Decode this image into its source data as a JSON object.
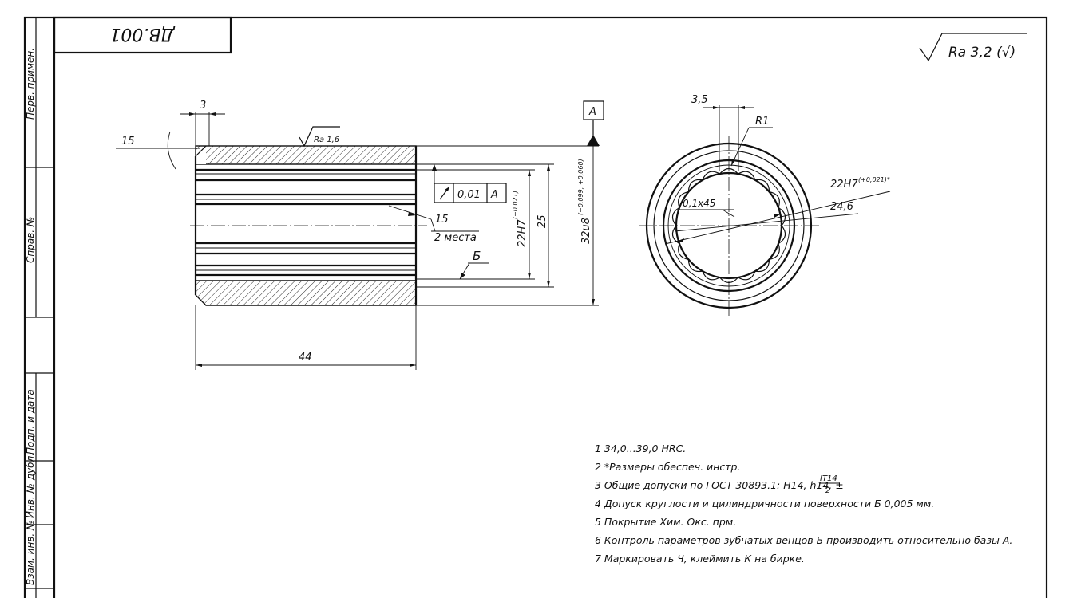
{
  "side_stamps": {
    "perv_primen": "Перв. примен.",
    "sprav_no": "Справ. №",
    "podp_data": "Подп. и дата",
    "inv_dubl": "Инв. № дубл.",
    "vzam_inv": "Взам. инв. №"
  },
  "designation": "ДВ.001",
  "roughness_general": {
    "value": "Ra 3,2 (√)"
  },
  "section_view": {
    "chamfer_width": "3",
    "chamfer_angle": "15",
    "surface_roughness": "Ra 1,6",
    "runout_tolerance": "0,01",
    "runout_datum": "A",
    "datum_A": "A",
    "datum_B": "Б",
    "edge_angle": "15",
    "edge_count": "2 места",
    "bore_dim": "22H7",
    "bore_tol": "(+0,021)",
    "root_dim": "25",
    "outer_dim": "32u8",
    "outer_tol": "(+0,099; +0,060)",
    "length": "44"
  },
  "end_view": {
    "tooth_width": "3,5",
    "radius": "R1",
    "bore": "22H7",
    "bore_tol": "(+0,021)*",
    "root_diameter": "24,6",
    "chamfer": "0,1х45"
  },
  "notes": [
    "1  34,0...39,0 HRC.",
    "2  *Размеры обеспеч. инстр.",
    "3  Общие допуски  по ГОСТ 30893.1: H14, h14, ±",
    "4  Допуск круглости и цилиндричности поверхности Б 0,005 мм.",
    "5  Покрытие Хим. Окс. прм.",
    "6  Контроль параметров зубчатых венцов Б производить относительно базы А.",
    "7  Маркировать Ч, клеймить К на бирке."
  ],
  "note3_fraction": {
    "numerator": "IT14",
    "denominator": "2"
  }
}
